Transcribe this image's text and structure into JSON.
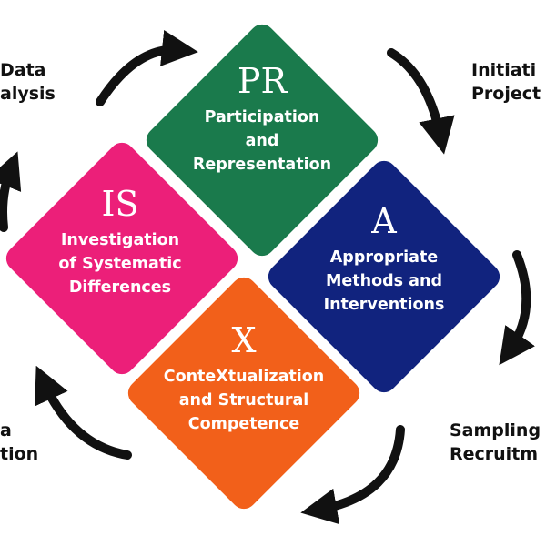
{
  "colors": {
    "pr": "#1a7a4c",
    "is": "#ec1f79",
    "a": "#11237e",
    "x": "#f2601a",
    "arrow": "#111111"
  },
  "quadrants": {
    "pr": {
      "abbr": "PR",
      "desc": "Participation\nand\nRepresentation"
    },
    "is": {
      "abbr": "IS",
      "desc": "Investigation\nof Systematic\nDifferences"
    },
    "a": {
      "abbr": "A",
      "desc": "Appropriate\nMethods and\nInterventions"
    },
    "x": {
      "abbr": "X",
      "desc": "ConteXtualization\nand Structural\nCompetence"
    }
  },
  "cycle_labels": {
    "top_left": "Data\nalysis",
    "top_right": "Initiati\nProject",
    "bottom_right": "Sampling\nRecruitm",
    "bottom_left": "a\ntion"
  },
  "icons": [
    "cycle-arrow-icon"
  ]
}
